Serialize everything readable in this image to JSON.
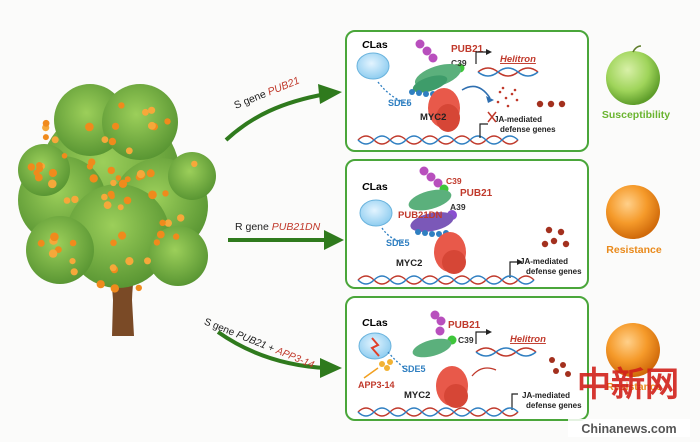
{
  "colors": {
    "panel_border": "#4aa63a",
    "arrow_green": "#2f7a1d",
    "red_label": "#c0392b",
    "blue_label": "#2f7fc1",
    "myc2": "#e8594a",
    "susceptibility": "#6ab42f",
    "resistance": "#e98a1c"
  },
  "arrows": [
    {
      "prefix": "S gene ",
      "gene": "PUB21",
      "suffix": ""
    },
    {
      "prefix": "R gene ",
      "gene": "PUB21DN",
      "suffix": ""
    },
    {
      "prefix": "S gene ",
      "gene": "PUB21",
      "mid": " + ",
      "gene2": "APP3-14"
    }
  ],
  "panels": [
    {
      "clas": "Las",
      "pub": "PUB21",
      "c39": "C39",
      "helitron": "Helitron",
      "sde5": "SDE5",
      "myc2": "MYC2",
      "ja1": "JA-mediated",
      "ja2": "defense genes",
      "outcome": "Susceptibility"
    },
    {
      "clas": "Las",
      "c39": "C39",
      "pub": "PUB21",
      "a39": "A39",
      "pubdn": "PUB21DN",
      "sde5": "SDE5",
      "myc2": "MYC2",
      "ja1": "JA-mediated",
      "ja2": "defense genes",
      "outcome": "Resistance"
    },
    {
      "clas": "Las",
      "pub": "PUB21",
      "c39": "C39",
      "helitron": "Helitron",
      "sde5": "SDE5",
      "app": "APP3-14",
      "myc2": "MYC2",
      "ja1": "JA-mediated",
      "ja2": "defense genes",
      "outcome": "Resistance"
    }
  ],
  "watermark": {
    "cn": "中新网",
    "url": "Chinanews.com"
  }
}
